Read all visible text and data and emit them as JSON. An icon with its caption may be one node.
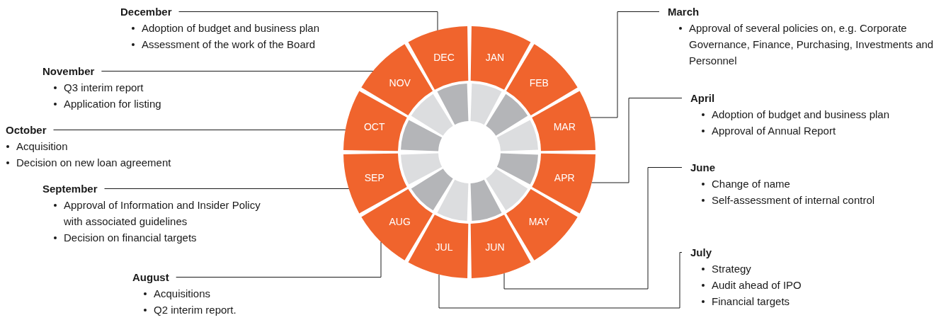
{
  "diagram": {
    "nodes": [
      {
        "text": [
          "JAN"
        ]
      },
      {
        "text": [
          "FEB"
        ]
      },
      {
        "text": [
          "MAR"
        ]
      },
      {
        "text": [
          "APR"
        ]
      },
      {
        "text": [
          "MAY"
        ]
      },
      {
        "text": [
          "JUN"
        ]
      },
      {
        "text": [
          "JUL"
        ]
      },
      {
        "text": [
          "AUG"
        ]
      },
      {
        "text": [
          "SEP"
        ]
      },
      {
        "text": [
          "OCT"
        ]
      },
      {
        "text": [
          "NOV"
        ]
      },
      {
        "text": [
          "DEC"
        ]
      },
      {
        "text": [
          "December",
          "Adoption of budget and business plan",
          "Assessment of the work of the Board"
        ]
      },
      {
        "text": [
          "March",
          "Approval of several policies on, e.g. Corporate Governance, Finance, Purchasing, Investments and Personnel"
        ]
      },
      {
        "text": [
          "November",
          "Q3 interim report",
          "Application for listing"
        ]
      },
      {
        "text": [
          "April",
          "Adoption of budget and business plan",
          "Approval of Annual Report"
        ]
      },
      {
        "text": [
          "October",
          "Acquisition",
          "Decision on new loan agreement"
        ]
      },
      {
        "text": [
          "June",
          "Change of name",
          "Self-assessment of internal control"
        ]
      },
      {
        "text": [
          "September",
          "Approval of Information and Insider Policy with associated guidelines",
          "Decision on financial targets"
        ]
      },
      {
        "text": [
          "July",
          "Strategy",
          "Audit ahead of IPO",
          "Financial targets"
        ]
      },
      {
        "text": [
          "August",
          "Acquisitions",
          "Q2 interim report."
        ]
      }
    ],
    "edges": [
      {
        "from": 12,
        "to": 11,
        "arrow": "none"
      },
      {
        "from": 13,
        "to": 2,
        "arrow": "none"
      },
      {
        "from": 14,
        "to": 10,
        "arrow": "none"
      },
      {
        "from": 15,
        "to": 3,
        "arrow": "none"
      },
      {
        "from": 16,
        "to": 9,
        "arrow": "none"
      },
      {
        "from": 17,
        "to": 5,
        "arrow": "none"
      },
      {
        "from": 18,
        "to": 8,
        "arrow": "none"
      },
      {
        "from": 19,
        "to": 6,
        "arrow": "none"
      },
      {
        "from": 20,
        "to": 7,
        "arrow": "none"
      }
    ]
  }
}
